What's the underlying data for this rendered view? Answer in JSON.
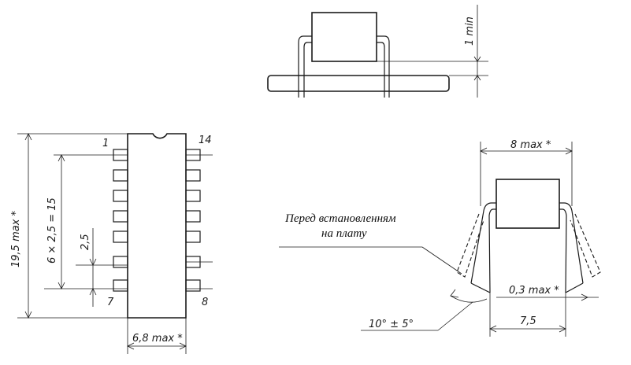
{
  "labels": {
    "min_gap": "1 min",
    "pin_first": "1",
    "pin_last_top": "14",
    "pin_bottom_left": "7",
    "pin_bottom_right": "8",
    "length": "19,5 max *",
    "pitch_total": "6 × 2,5 = 15",
    "pitch": "2,5",
    "body_width": "6,8 max *",
    "lead_span": "8 max *",
    "lead_thickness": "0,3 max *",
    "row_spacing": "7,5",
    "angle": "10° ± 5°",
    "note_line1": "Перед встановленням",
    "note_line2": "на плату"
  }
}
